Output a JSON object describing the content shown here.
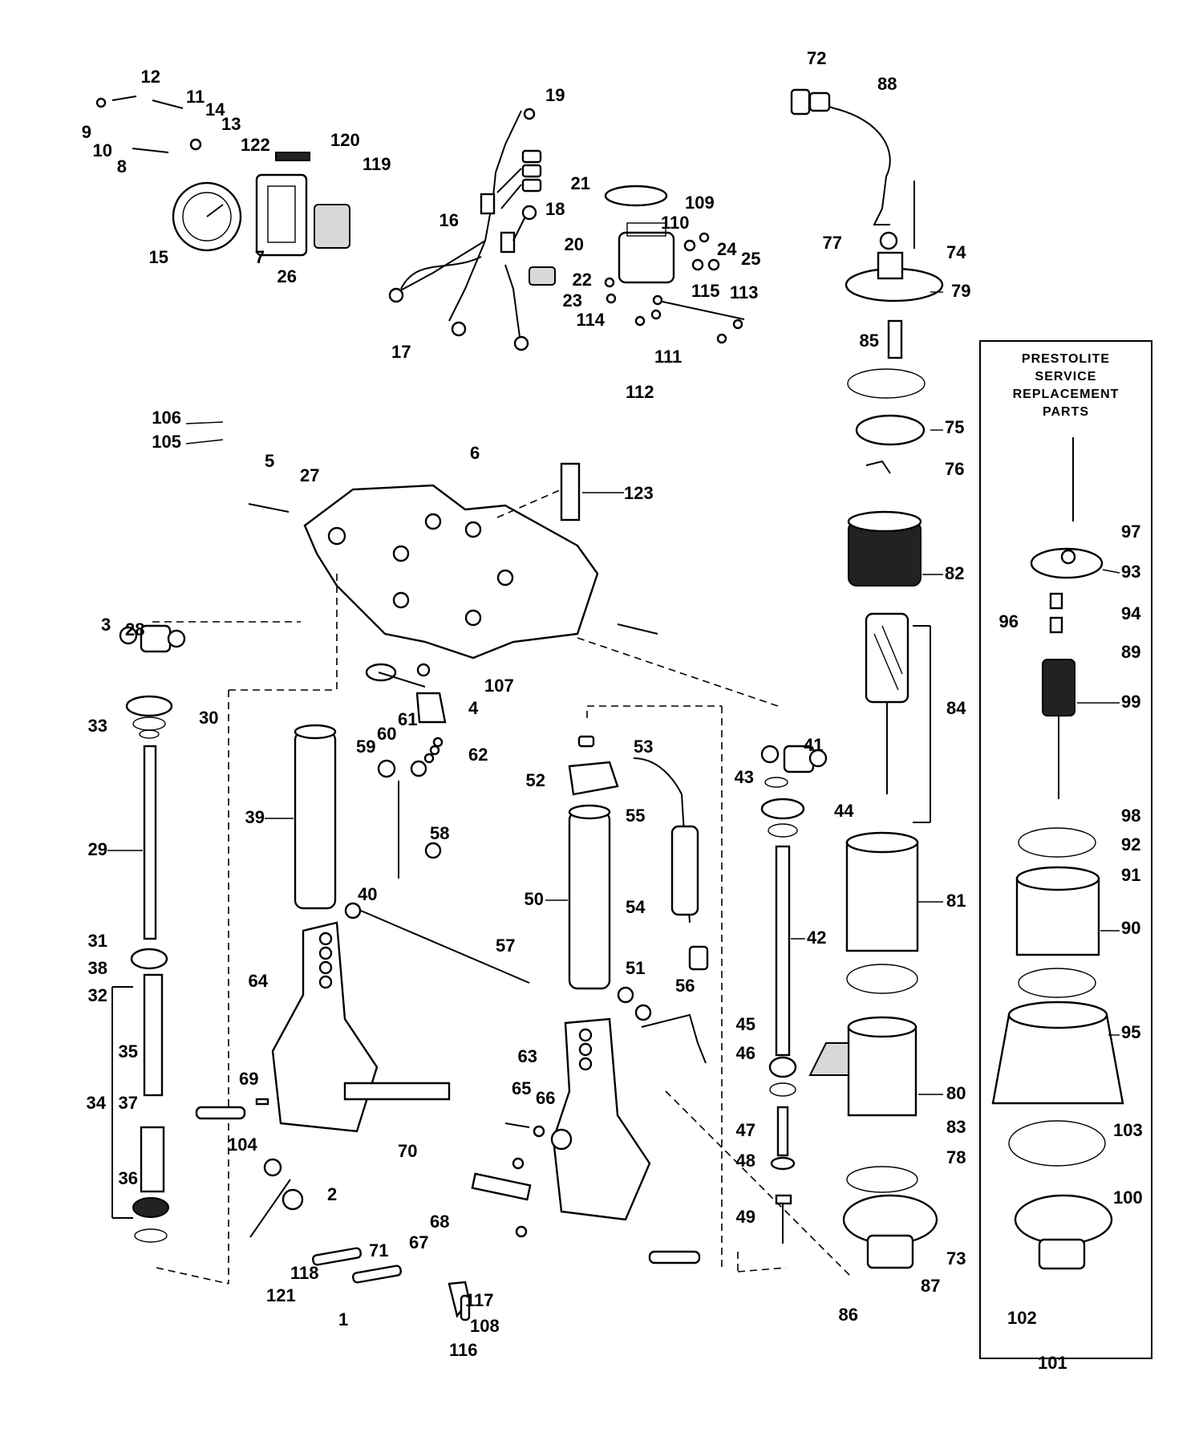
{
  "callouts": [
    "12",
    "11",
    "14",
    "13",
    "9",
    "10",
    "8",
    "122",
    "120",
    "119",
    "15",
    "7",
    "26",
    "19",
    "21",
    "109",
    "16",
    "18",
    "110",
    "20",
    "24",
    "25",
    "22",
    "23",
    "115",
    "113",
    "114",
    "111",
    "112",
    "17",
    "72",
    "88",
    "77",
    "74",
    "79",
    "85",
    "75",
    "76",
    "82",
    "84",
    "81",
    "80",
    "83",
    "78",
    "73",
    "87",
    "86",
    "106",
    "105",
    "6",
    "5",
    "27",
    "123",
    "107",
    "4",
    "3",
    "28",
    "30",
    "33",
    "29",
    "31",
    "38",
    "32",
    "35",
    "34",
    "37",
    "36",
    "39",
    "59",
    "60",
    "61",
    "62",
    "58",
    "40",
    "64",
    "69",
    "104",
    "70",
    "68",
    "67",
    "71",
    "2",
    "121",
    "118",
    "1",
    "53",
    "52",
    "55",
    "50",
    "54",
    "57",
    "51",
    "56",
    "63",
    "65",
    "66",
    "117",
    "108",
    "116",
    "41",
    "43",
    "44",
    "42",
    "45",
    "46",
    "47",
    "48",
    "49",
    "97",
    "93",
    "96",
    "94",
    "89",
    "99",
    "98",
    "92",
    "91",
    "90",
    "95",
    "103",
    "100",
    "102",
    "101"
  ],
  "prestolite_box": {
    "title_lines": [
      "PRESTOLITE",
      "SERVICE",
      "REPLACEMENT",
      "PARTS"
    ]
  },
  "icons": {
    "stroke": "#000000",
    "background": "#ffffff"
  }
}
